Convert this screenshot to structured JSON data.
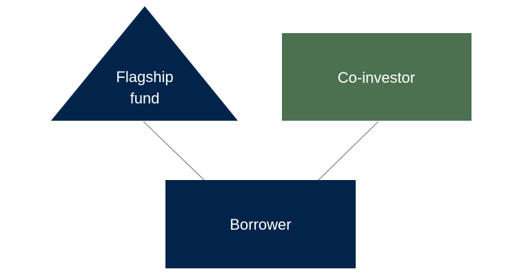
{
  "colors": {
    "background": "#ffffff",
    "navy": "#02244a",
    "green": "#4b7150",
    "connector": "#7a7a7a",
    "label": "#ffffff"
  },
  "nodes": {
    "flagship_fund": {
      "shape": "triangle",
      "label_line1": "Flagship",
      "label_line2": "fund"
    },
    "co_investor": {
      "shape": "rectangle",
      "label": "Co-investor"
    },
    "borrower": {
      "shape": "rectangle",
      "label": "Borrower"
    }
  },
  "edges": [
    {
      "from": "flagship_fund",
      "to": "borrower"
    },
    {
      "from": "co_investor",
      "to": "borrower"
    }
  ]
}
